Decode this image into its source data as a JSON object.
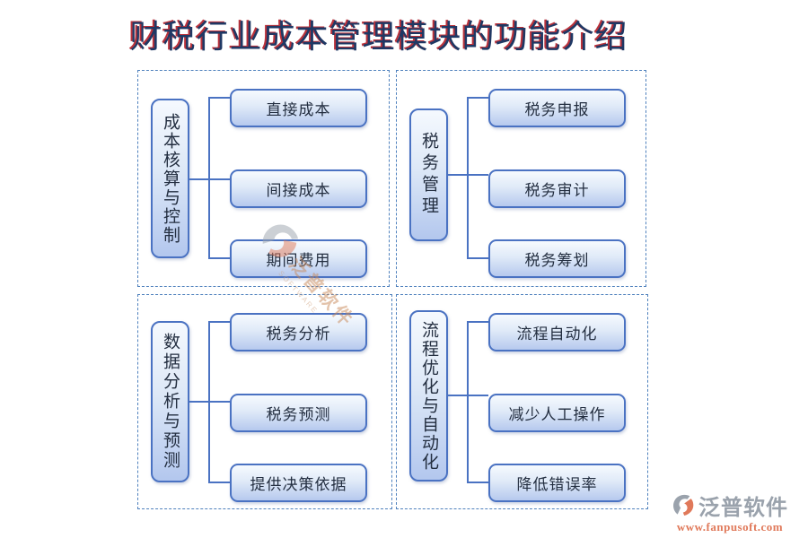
{
  "title": "财税行业成本管理模块的功能介绍",
  "panels": [
    {
      "label": "成本核算与控制",
      "items": [
        "直接成本",
        "间接成本",
        "期间费用"
      ]
    },
    {
      "label": "税务管理",
      "items": [
        "税务申报",
        "税务审计",
        "税务筹划"
      ]
    },
    {
      "label": "数据分析与预测",
      "items": [
        "税务分析",
        "税务预测",
        "提供决策依据"
      ]
    },
    {
      "label": "流程优化与自动化",
      "items": [
        "流程自动化",
        "减少人工操作",
        "降低错误率"
      ]
    }
  ],
  "watermark": {
    "text": "泛普软件",
    "subtext": "SOFTWARE"
  },
  "footer_logo": {
    "name": "泛普软件",
    "url": "www.fanpusoft.com"
  },
  "colors": {
    "title_text": "#1F3864",
    "title_shadow_red": "#B21C26",
    "panel_dashed_border": "#4F81BD",
    "box_border": "#4A72C2",
    "box_fill_top": "#F6FAFE",
    "box_fill_bottom": "#B6C9EE",
    "connector": "#4A72C2",
    "box_text": "#232E40",
    "logo_gray": "#9AA2AC",
    "logo_orange": "#E0795A",
    "watermark_tan": "#C8895A"
  }
}
